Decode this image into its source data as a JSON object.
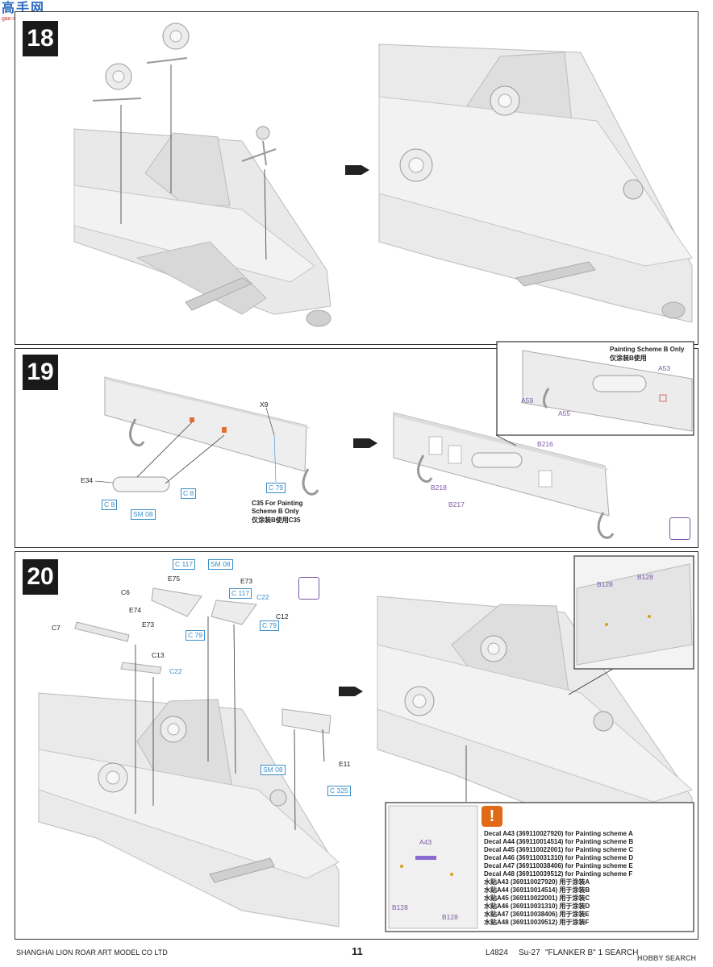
{
  "watermark": {
    "title": "高手网",
    "url": "gao-shou.com"
  },
  "steps": [
    {
      "number": "18"
    },
    {
      "number": "19"
    },
    {
      "number": "20"
    }
  ],
  "step19": {
    "labels": {
      "x9": "X9",
      "e34": "E34",
      "c8a": "C 8",
      "c8b": "C 8",
      "sm08": "SM 08",
      "c79": "C 79"
    },
    "note_en": "C35 For Painting Scheme B Only",
    "note_cn": "仅涂装B使用C35",
    "result_labels": {
      "b216": "B216",
      "b218": "B218",
      "b217": "B217"
    },
    "inset": {
      "title_en": "Painting Scheme B Only",
      "title_cn": "仅涂装B使用",
      "a53": "A53",
      "a59": "A59",
      "a55": "A55"
    }
  },
  "step20": {
    "labels": {
      "c117a": "C 117",
      "sm08a": "SM 08",
      "e75": "E75",
      "e73a": "E73",
      "c117b": "C 117",
      "c6": "C6",
      "c22a": "C22",
      "c12": "C12",
      "c79a": "C 79",
      "c79b": "C 79",
      "e74": "E74",
      "c7": "C7",
      "e73b": "E73",
      "c13": "C13",
      "c22b": "C22",
      "e11": "E11",
      "sm08b": "SM 08",
      "c325": "C 325"
    },
    "inset_top": {
      "b128a": "B128",
      "b128b": "B128"
    },
    "inset_bottom": {
      "a43": "A43",
      "b128a": "B128",
      "b128b": "B128",
      "warn_icon": "!",
      "lines": [
        "Decal A43 (369110027920) for Painting scheme A",
        "Decal A44 (369110014514) for Painting scheme B",
        "Decal A45 (369110022001) for Painting scheme C",
        "Decal A46 (369110031310) for Painting scheme D",
        "Decal A47 (369110038406) for Painting scheme E",
        "Decal A48 (369110039512) for Painting scheme F",
        "水贴A43 (369110027920) 用于涂装A",
        "水贴A44 (369110014514) 用于涂装B",
        "水贴A45 (369110022001) 用于涂装C",
        "水贴A46 (369110031310) 用于涂装D",
        "水贴A47 (369110038406) 用于涂装E",
        "水贴A48 (369110039512) 用于涂装F"
      ]
    }
  },
  "footer": {
    "company": "SHANGHAI LION ROAR ART MODEL CO LTD",
    "page": "11",
    "kit": "L4824",
    "model": "Su-27",
    "name": "\"FLANKER B\" 1 SEARCH",
    "site": "HOBBY SEARCH"
  },
  "colors": {
    "step_bg": "#1a1a1a",
    "blue_label": "#3a8fc8",
    "purple_label": "#7a5aa8",
    "warning": "#e06a16"
  }
}
